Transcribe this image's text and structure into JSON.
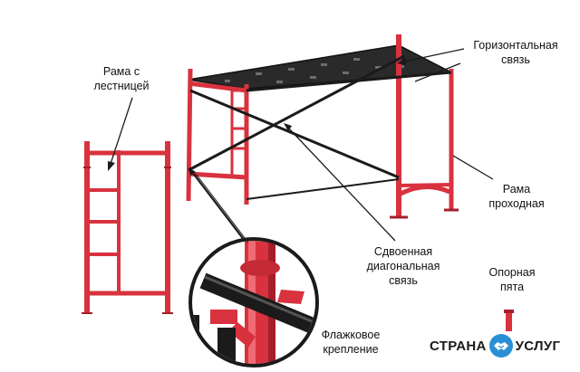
{
  "labels": {
    "frame_ladder": [
      "Рама с",
      "лестницей"
    ],
    "horizontal_tie": [
      "Горизонтальная",
      "связь"
    ],
    "walk_frame": [
      "Рама",
      "проходная"
    ],
    "double_diagonal": [
      "Сдвоенная",
      "диагональная",
      "связь"
    ],
    "support_foot": [
      "Опорная",
      "пята"
    ],
    "flag_clamp": [
      "Флажковое",
      "крепление"
    ]
  },
  "watermark": {
    "left": "СТРАНА",
    "right": "УСЛУГ",
    "icon": "handshake-icon"
  },
  "colors": {
    "frame": "#d8323e",
    "frame_dark": "#a51f2b",
    "tie": "#1b1b1b",
    "deck": "#2a2a2a",
    "badge": "#2b8fd6"
  }
}
